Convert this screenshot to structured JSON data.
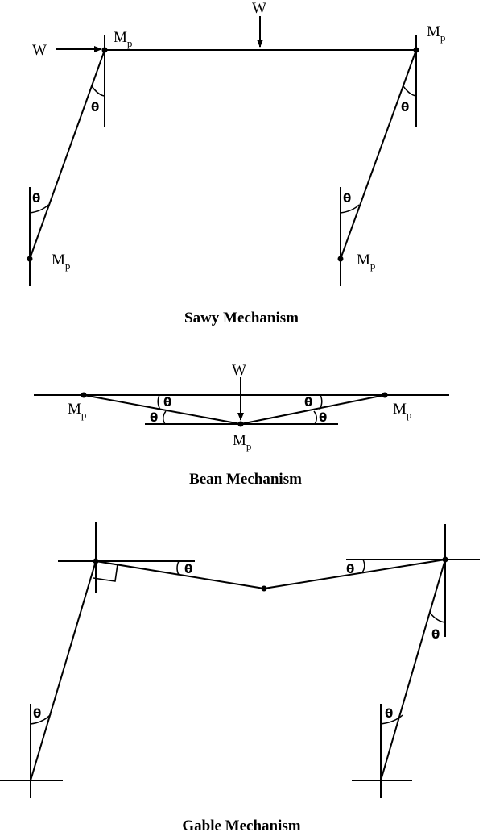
{
  "labels": {
    "moment": "M",
    "moment_sub": "p",
    "load": "W",
    "angle": "θ"
  },
  "captions": {
    "sway": "Sawy Mechanism",
    "beam": "Bean Mechanism",
    "gable": "Gable Mechanism"
  },
  "colors": {
    "ink": "#000000",
    "background": "#ffffff"
  }
}
